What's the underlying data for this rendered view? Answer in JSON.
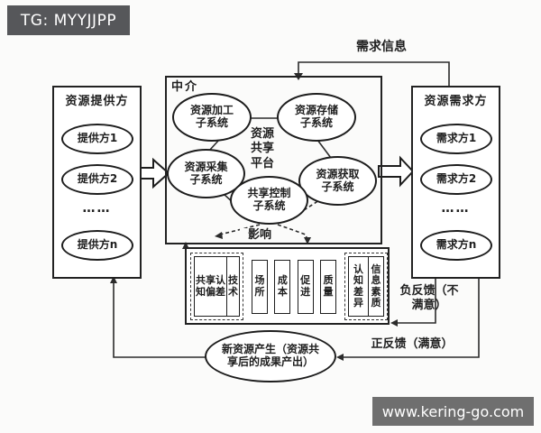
{
  "watermarks": {
    "top": "TG: MYYJJPP",
    "bottom": "www.kering-go.com"
  },
  "top_label": "需求信息",
  "provider_panel": {
    "title": "资源提供方",
    "items": [
      "提供方1",
      "提供方2",
      "……",
      "提供方n"
    ]
  },
  "demander_panel": {
    "title": "资源需求方",
    "items": [
      "需求方1",
      "需求方2",
      "……",
      "需求方n"
    ]
  },
  "platform": {
    "corner_label": "中介",
    "center_label": "资源共享平台",
    "subsystems": {
      "processing": "资源加工子系统",
      "storage": "资源存储子系统",
      "collection": "资源采集子系统",
      "acquisition": "资源获取子系统",
      "control": "共享控制子系统"
    },
    "influence_label": "影响"
  },
  "factors": {
    "group1": [
      "共享认知偏差",
      "技术"
    ],
    "group2": [
      "场所",
      "成本",
      "促进",
      "质量"
    ],
    "group3": [
      "认知差异",
      "信息素质"
    ]
  },
  "output_ellipse": "新资源产生（资源共享后的成果产出）",
  "feedback": {
    "negative": "负反馈（不满意）",
    "positive": "正反馈（满意）"
  },
  "colors": {
    "line": "#2b2b2b",
    "background": "#fbfbfa",
    "watermark_bg": "#56575a"
  }
}
